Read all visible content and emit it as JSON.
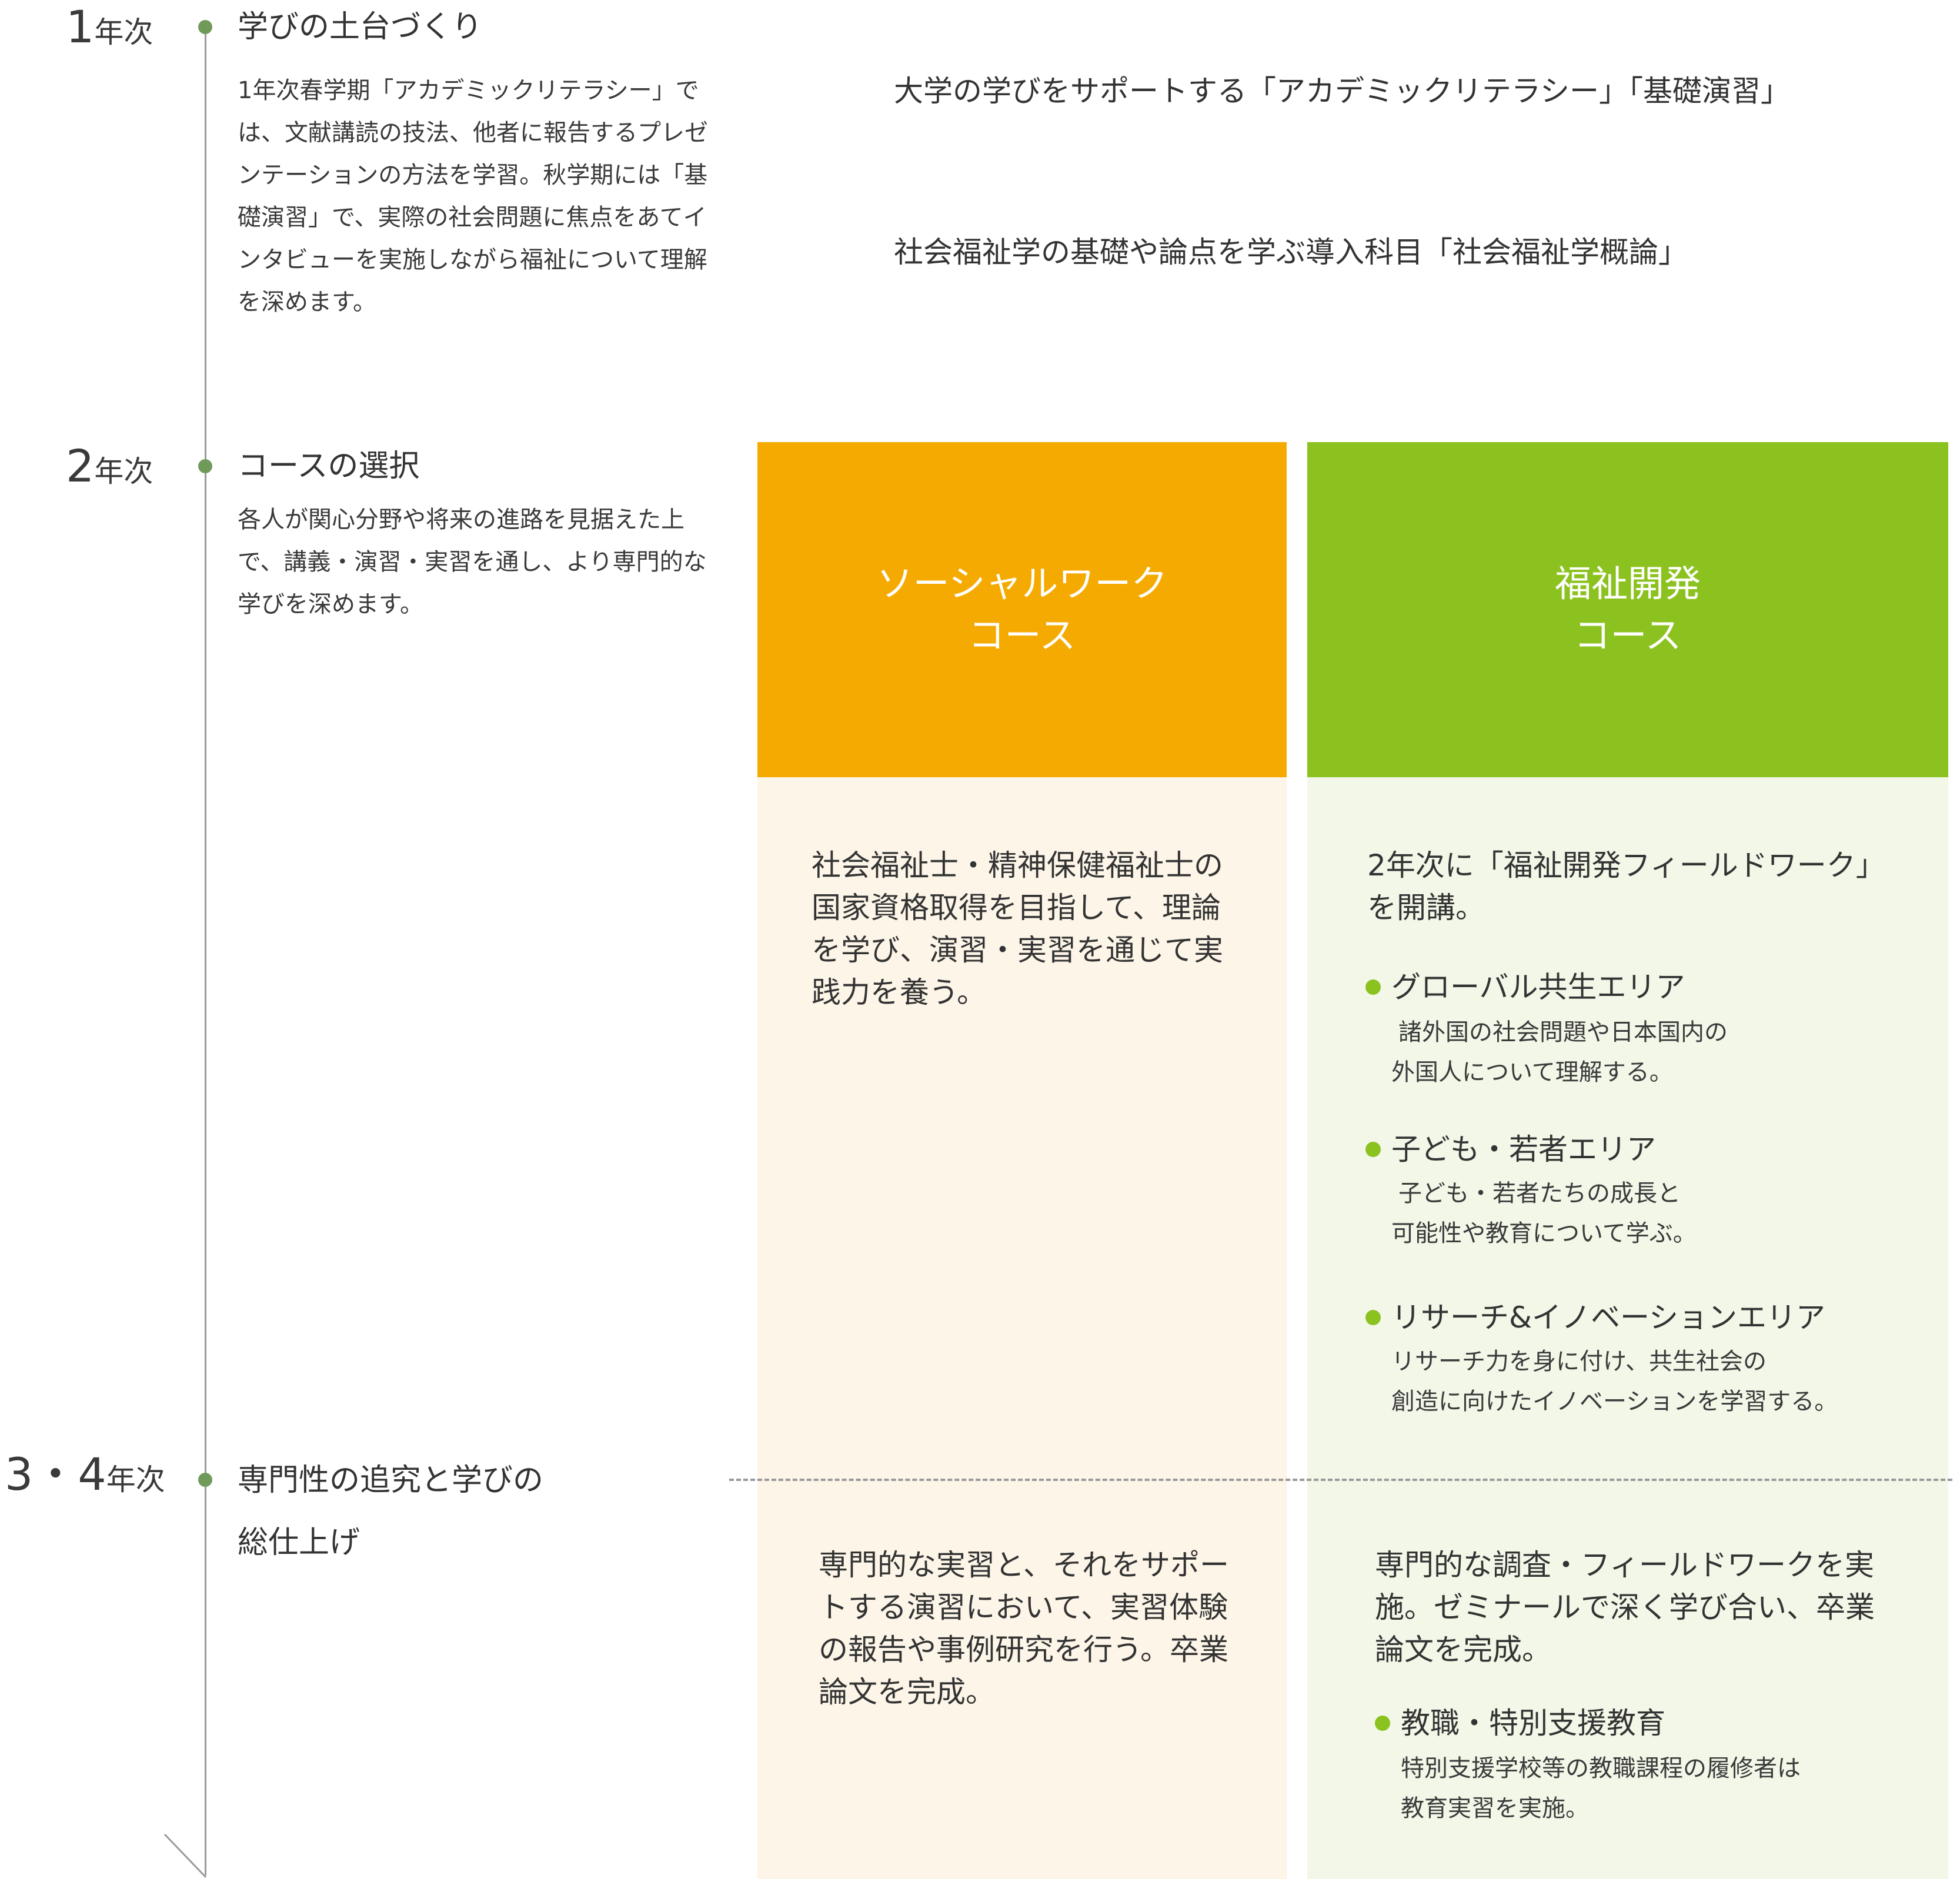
{
  "timeline": {
    "year1": {
      "num": "1",
      "suffix": "年次",
      "title": "学びの土台づくり",
      "desc": "1年次春学期「アカデミックリテラシー」では、文献講読の技法、他者に報告するプレゼンテーションの方法を学習。秋学期には「基礎演習」で、実際の社会問題に焦点をあてインタビューを実施しながら福祉について理解を深めます。"
    },
    "year2": {
      "num": "2",
      "suffix": "年次",
      "title": "コースの選択",
      "desc": "各人が関心分野や将来の進路を見据えた上で、講義・演習・実習を通し、より専門的な学びを深めます。"
    },
    "year34": {
      "num": "3・4",
      "suffix": "年次",
      "title_line1": "専門性の追究と学びの",
      "title_line2": "総仕上げ"
    }
  },
  "year1_subjects": [
    "大学の学びをサポートする「アカデミックリテラシー」「基礎演習」",
    "社会福祉学の基礎や論点を学ぶ導入科目「社会福祉学概論」"
  ],
  "courses": {
    "social_work": {
      "name_line1": "ソーシャルワーク",
      "name_line2": "コース",
      "color": "#f4aa00",
      "year2_text": "社会福祉士・精神保健福祉士の国家資格取得を目指して、理論を学び、演習・実習を通じて実践力を養う。",
      "year34_text": "専門的な実習と、それをサポートする演習において、実習体験の報告や事例研究を行う。卒業論文を完成。"
    },
    "welfare_dev": {
      "name_line1": "福祉開発",
      "name_line2": "コース",
      "color": "#8cc220",
      "year2_intro": "2年次に「福祉開発フィールドワーク」を開講。",
      "areas": [
        {
          "title": "グローバル共生エリア",
          "desc_line1": "諸外国の社会問題や日本国内の",
          "desc_line2": "外国人について理解する。"
        },
        {
          "title": "子ども・若者エリア",
          "desc_line1": "子ども・若者たちの成長と",
          "desc_line2": "可能性や教育について学ぶ。"
        },
        {
          "title": "リサーチ&イノベーションエリア",
          "desc_line1": "リサーチ力を身に付け、共生社会の",
          "desc_line2": "創造に向けたイノベーションを学習する。"
        }
      ],
      "year34_text": "専門的な調査・フィールドワークを実施。ゼミナールで深く学び合い、卒業論文を完成。",
      "year34_area": {
        "title": "教職・特別支援教育",
        "desc_line1": "特別支援学校等の教職課程の履修者は",
        "desc_line2": "教育実習を実施。"
      }
    }
  }
}
